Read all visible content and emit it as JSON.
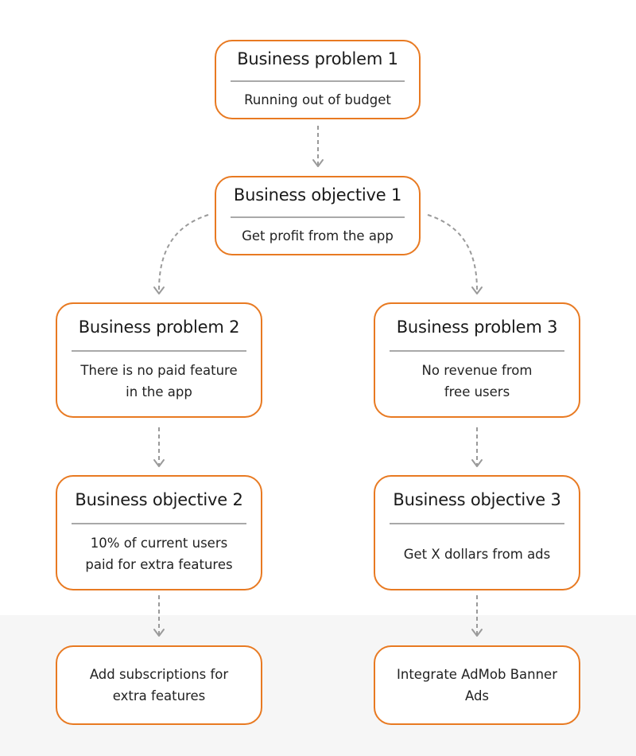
{
  "nodes": {
    "problem_1": {
      "title": "Business problem 1",
      "lines": [
        "Running out of budget"
      ]
    },
    "objective_1": {
      "title": "Business objective 1",
      "lines": [
        "Get profit from the app"
      ]
    },
    "problem_2": {
      "title": "Business problem 2",
      "lines": [
        "There is no paid feature",
        "in the app"
      ]
    },
    "problem_3": {
      "title": "Business problem 3",
      "lines": [
        "No revenue from",
        "free users"
      ]
    },
    "objective_2": {
      "title": "Business objective 2",
      "lines": [
        "10% of current users",
        "paid for extra features"
      ]
    },
    "objective_3": {
      "title": "Business objective 3",
      "lines": [
        "Get X dollars from ads"
      ]
    },
    "solution_2": {
      "lines": [
        "Add subscriptions for",
        "extra features"
      ]
    },
    "solution_3": {
      "lines": [
        "Integrate AdMob Banner",
        "Ads"
      ]
    }
  },
  "edges": [
    [
      "problem_1",
      "objective_1"
    ],
    [
      "objective_1",
      "problem_2"
    ],
    [
      "objective_1",
      "problem_3"
    ],
    [
      "problem_2",
      "objective_2"
    ],
    [
      "problem_3",
      "objective_3"
    ],
    [
      "objective_2",
      "solution_2"
    ],
    [
      "objective_3",
      "solution_3"
    ]
  ],
  "colors": {
    "node_border": "#e87a22",
    "divider": "#a9a9a9",
    "connector": "#9a9a9a",
    "bottom_band": "#f6f6f6"
  }
}
